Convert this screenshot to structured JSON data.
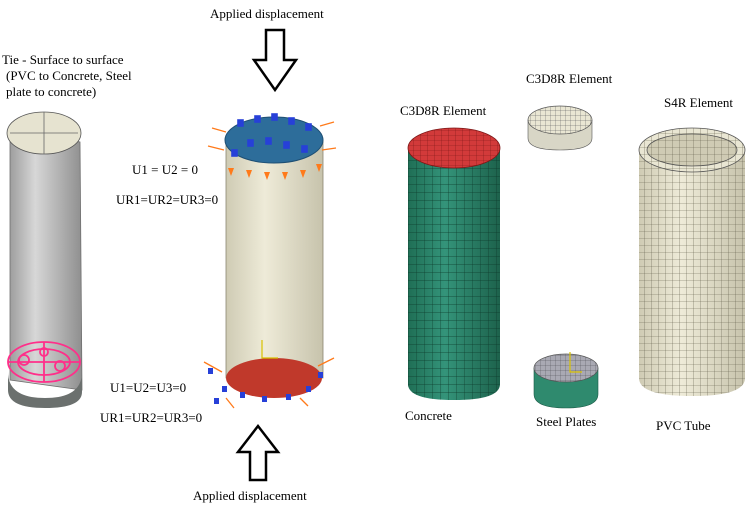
{
  "labels": {
    "applied_top": "Applied displacement",
    "applied_bottom": "Applied displacement",
    "tie_line1": "Tie - Surface to surface",
    "tie_line2": "(PVC to Concrete, Steel",
    "tie_line3": "plate to concrete)",
    "bc_top_1": "U1 = U2 = 0",
    "bc_top_2": "UR1=UR2=UR3=0",
    "bc_bottom_1": "U1=U2=U3=0",
    "bc_bottom_2": "UR1=UR2=UR3=0",
    "c3d8r_concrete": "C3D8R Element",
    "c3d8r_plate": "C3D8R Element",
    "s4r": "S4R Element",
    "concrete": "Concrete",
    "steel_plates": "Steel Plates",
    "pvc_tube": "PVC Tube"
  },
  "colors": {
    "concrete": "#2f8a6e",
    "concrete_top": "#d23a3a",
    "pvc": "#e9e6d3",
    "steel": "#a9a9b3",
    "model_grey": "#c9c9c9",
    "loaded_top": "#2d6d9a",
    "tie_marker": "#ff2f8a",
    "bc_arrow": "#ff7a1a",
    "bc_blue": "#2740d8"
  }
}
